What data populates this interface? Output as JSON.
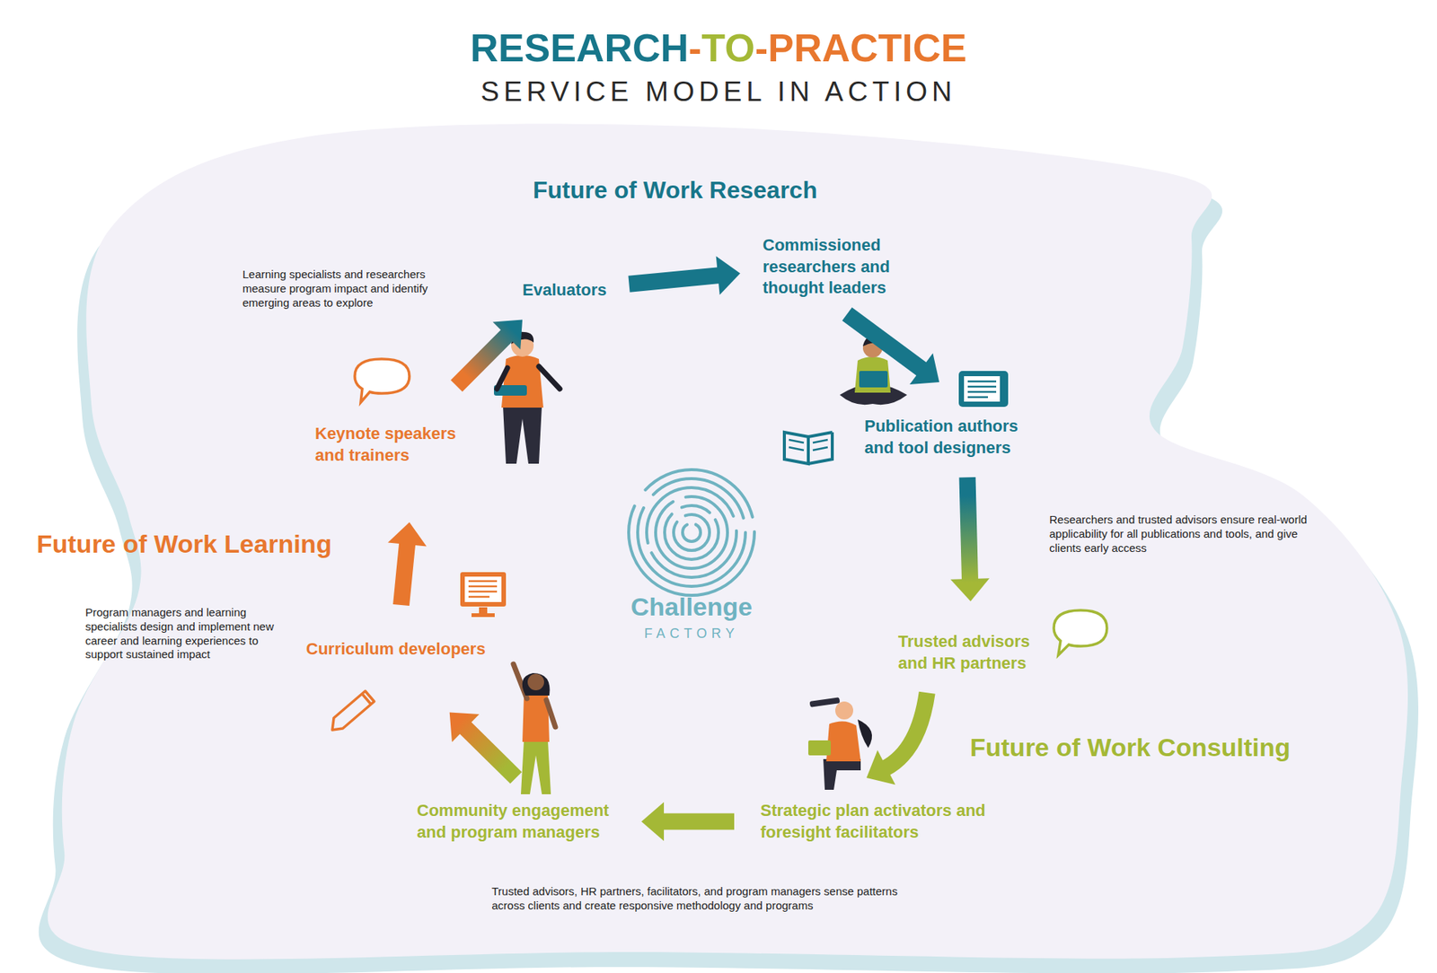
{
  "diagram": {
    "title": "RESEARCH-TO-PRACTICE",
    "nodes": [
      {
        "text": [
          "Evaluators"
        ]
      },
      {
        "text": [
          "Commissioned researchers and thought leaders"
        ]
      },
      {
        "text": [
          "Publication authors and tool designers"
        ]
      },
      {
        "text": [
          "Trusted advisors and HR partners"
        ]
      },
      {
        "text": [
          "Strategic plan activators and foresight facilitators"
        ]
      },
      {
        "text": [
          "Community engagement and program managers"
        ]
      },
      {
        "text": [
          "Curriculum developers"
        ]
      },
      {
        "text": [
          "Keynote speakers and trainers"
        ]
      }
    ],
    "edges": [
      {
        "from": 0,
        "to": 1,
        "arrow": "to"
      },
      {
        "from": 1,
        "to": 2,
        "arrow": "to"
      },
      {
        "from": 2,
        "to": 3,
        "arrow": "to"
      },
      {
        "from": 3,
        "to": 4,
        "arrow": "to"
      },
      {
        "from": 4,
        "to": 5,
        "arrow": "to"
      },
      {
        "from": 5,
        "to": 6,
        "arrow": "to"
      },
      {
        "from": 6,
        "to": 7,
        "arrow": "to"
      },
      {
        "from": 7,
        "to": 0,
        "arrow": "to"
      }
    ],
    "labels": [
      "SERVICE MODEL IN ACTION",
      "Future of Work Research",
      "Learning specialists and researchers measure program impact and identify emerging areas to explore",
      "Researchers and trusted advisors ensure real-world applicability for all publications and tools, and give clients early access",
      "Future of Work Learning",
      "Program managers and learning specialists design and implement new career and learning experiences to support sustained impact",
      "Challenge",
      "FACTORY",
      "Future of Work Consulting",
      "Trusted advisors, HR partners, facilitators, and program managers sense patterns across clients and create responsive methodology and programs"
    ]
  }
}
